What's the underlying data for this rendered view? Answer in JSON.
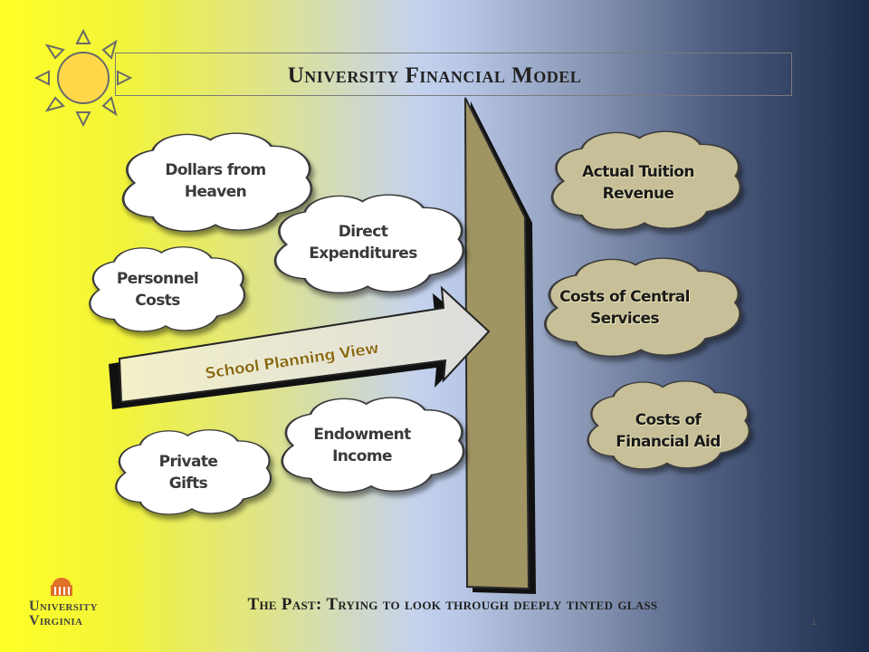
{
  "title": "University Financial Model",
  "subtitle": "The Past: Trying to look through deeply tinted glass",
  "arrow_label": "School Planning View",
  "page_number": "1",
  "logo": {
    "line1": "University",
    "line2": "Virginia"
  },
  "left_clouds": [
    {
      "id": "dollars",
      "lines": [
        "Dollars from",
        "Heaven"
      ]
    },
    {
      "id": "direct",
      "lines": [
        "Direct",
        "Expenditures"
      ]
    },
    {
      "id": "personnel",
      "lines": [
        "Personnel",
        "Costs"
      ]
    },
    {
      "id": "endowment",
      "lines": [
        "Endowment",
        "Income"
      ]
    },
    {
      "id": "gifts",
      "lines": [
        "Private",
        "Gifts"
      ]
    }
  ],
  "right_clouds": [
    {
      "id": "tuition",
      "lines": [
        "Actual Tuition",
        "Revenue"
      ]
    },
    {
      "id": "central",
      "lines": [
        "Costs of Central",
        "Services"
      ]
    },
    {
      "id": "aid",
      "lines": [
        "Costs of",
        "Financial Aid"
      ]
    }
  ],
  "colors": {
    "sun": "#ffd84a",
    "glass": "#9f9462",
    "right_cloud": "#c7bf98",
    "left_cloud": "#ffffff"
  }
}
